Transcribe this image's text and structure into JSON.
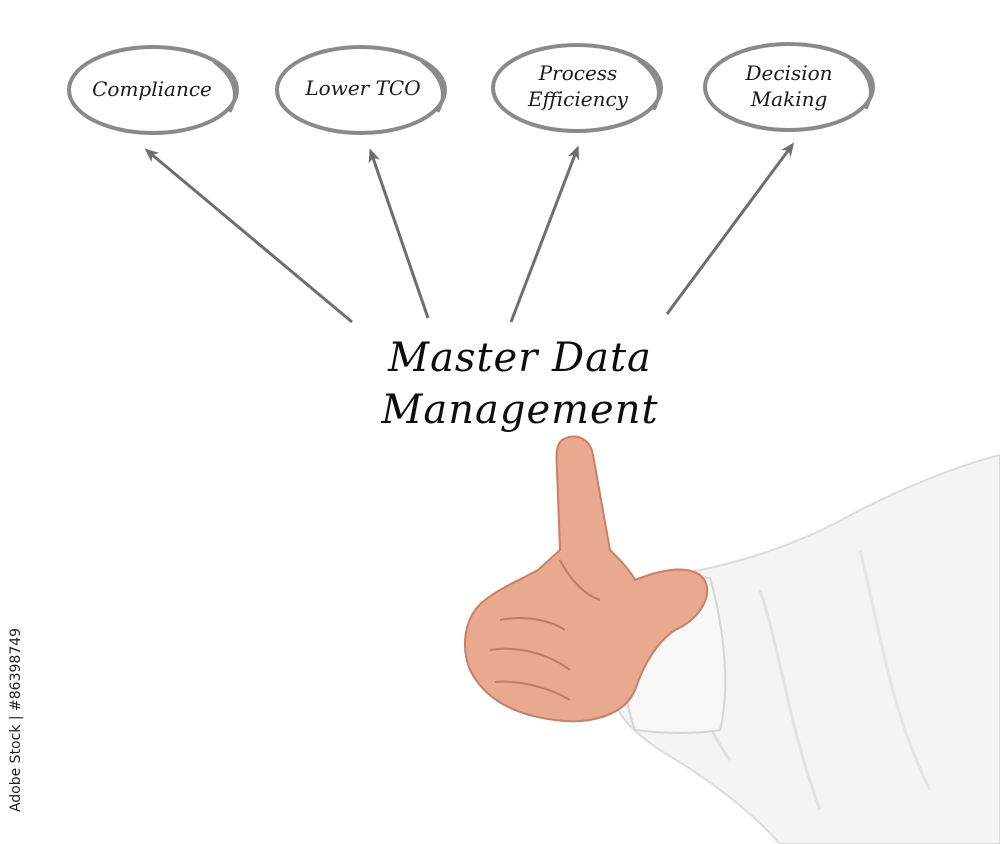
{
  "diagram": {
    "central_concept": {
      "line1": "Master Data",
      "line2": "Management"
    },
    "benefits": [
      {
        "lines": [
          "Compliance"
        ]
      },
      {
        "lines": [
          "Lower TCO"
        ]
      },
      {
        "lines": [
          "Process",
          "Efficiency"
        ]
      },
      {
        "lines": [
          "Decision",
          "Making"
        ]
      }
    ]
  },
  "stock_id": "Adobe Stock | #86398749",
  "colors": {
    "ellipse_stroke": "#8a8a8a",
    "arrow": "#6e6e6e",
    "text": "#111111",
    "skin": "#e8a98f",
    "sleeve": "#f4f4f4"
  }
}
